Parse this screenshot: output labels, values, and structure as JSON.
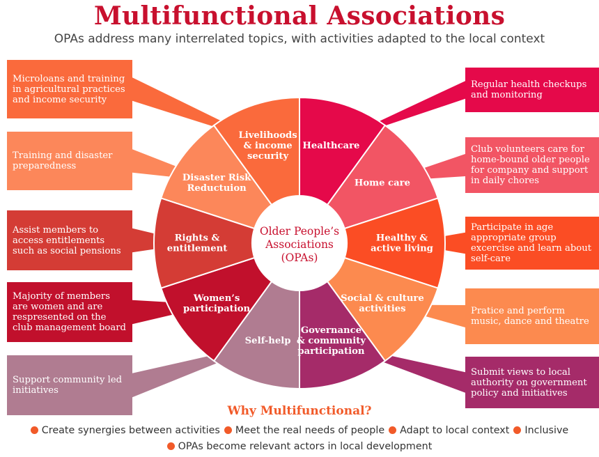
{
  "header": {
    "title": "Multifunctional Associations",
    "subtitle": "OPAs address many interrelated topics, with activities adapted to the local context"
  },
  "center": {
    "lines": [
      "Older People’s",
      "Associations",
      "(OPAs)"
    ]
  },
  "sectors": [
    {
      "id": "healthcare",
      "label": [
        "Healthcare"
      ],
      "color": "#e5094a",
      "description": "Regular health checkups and monitoring",
      "callout_color": "#e5094a"
    },
    {
      "id": "home-care",
      "label": [
        "Home care"
      ],
      "color": "#f25564",
      "description": "Club volunteers care for home-bound older people for company and support in daily chores",
      "callout_color": "#f25564"
    },
    {
      "id": "healthy-active-living",
      "label": [
        "Healthy &",
        "active living"
      ],
      "color": "#fb4d24",
      "description": "Participate in age appropriate group excercise and learn about self-care",
      "callout_color": "#fb4d24"
    },
    {
      "id": "social-culture",
      "label": [
        "Social & culture",
        "activities"
      ],
      "color": "#fc8a4f",
      "description": "Pratice and perform music, dance and theatre",
      "callout_color": "#fc8a4f"
    },
    {
      "id": "governance",
      "label": [
        "Governance",
        "& community",
        "participation"
      ],
      "color": "#a52b69",
      "description": "Submit views to local authority on government policy and initiatives",
      "callout_color": "#a52b69"
    },
    {
      "id": "self-help",
      "label": [
        "Self-help"
      ],
      "color": "#b07c91",
      "description": "Support community led initiatives",
      "callout_color": "#b07c91"
    },
    {
      "id": "womens-participation",
      "label": [
        "Women’s",
        "participation"
      ],
      "color": "#c1102c",
      "description": "Majority of members are women and are respresented on the club management board",
      "callout_color": "#c1102c"
    },
    {
      "id": "rights-entitlement",
      "label": [
        "Rights &",
        "entitlement"
      ],
      "color": "#d43c35",
      "description": "Assist members to access entitlements such as social pensions",
      "callout_color": "#d43c35"
    },
    {
      "id": "disaster-risk",
      "label": [
        "Disaster Risk",
        "Reductuion"
      ],
      "color": "#fc875a",
      "description": "Training and disaster preparedness",
      "callout_color": "#fc875a"
    },
    {
      "id": "livelihoods",
      "label": [
        "Livelihoods",
        "& income",
        "security"
      ],
      "color": "#fa6a3c",
      "description": "Microloans and training in agricultural practices and income security",
      "callout_color": "#fa6a3c"
    }
  ],
  "footer": {
    "heading": "Why Multifunctional?",
    "bullets_row1": [
      "Create synergies between activities",
      "Meet the real needs of people",
      "Adapt to local context",
      "Inclusive"
    ],
    "bullets_row2": [
      "OPAs become relevant actors in local development"
    ],
    "bullet_color": "#f15a29"
  }
}
